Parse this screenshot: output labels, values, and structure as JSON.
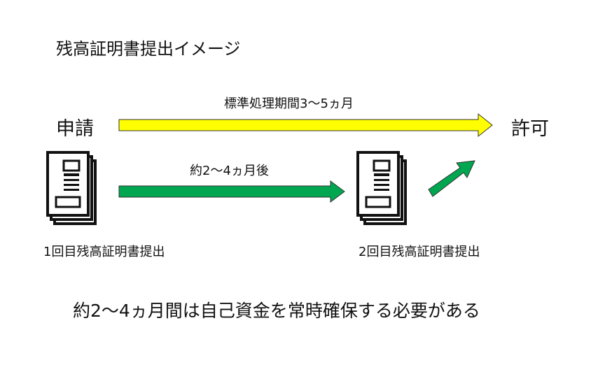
{
  "title": "残高証明書提出イメージ",
  "start_label": "申請",
  "end_label": "許可",
  "standard_period": "標準処理期間3～5ヵ月",
  "interval": "約2～4ヵ月後",
  "first_submission": "1回目残高証明書提出",
  "second_submission": "2回目残高証明書提出",
  "note": "約2～4ヵ月間は自己資金を常時確保する必要がある",
  "colors": {
    "yellow": "#ffff00",
    "green": "#00a650"
  }
}
